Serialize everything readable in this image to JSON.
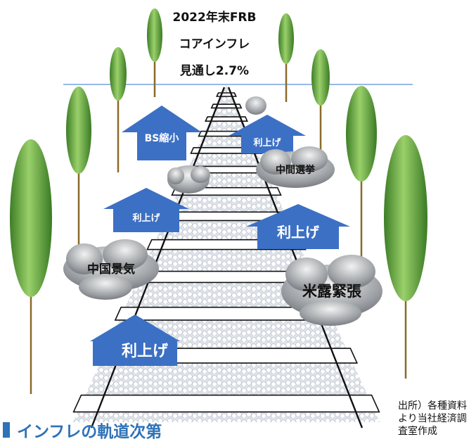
{
  "goal": {
    "line1": "2022年末FRB",
    "line2": "コアインフレ",
    "line3": "見通し2.7%"
  },
  "arrows": [
    {
      "label": "BS縮小"
    },
    {
      "label": "利上げ"
    },
    {
      "label": "利上げ"
    },
    {
      "label": "利上げ"
    },
    {
      "label": "利上げ"
    }
  ],
  "clouds": [
    {
      "label": "中間選挙"
    },
    {
      "label": "中国景気"
    },
    {
      "label": "米露緊張"
    }
  ],
  "source_note": "出所）各種資料より当社経済調査室作成",
  "caption": "インフレの軌道次第",
  "colors": {
    "arrow_fill": "#3c70c4",
    "cloud_fill": "#8f9397",
    "tree_green": "#5fa63a",
    "caption_blue": "#2e72b8",
    "horizon_line": "#5b8ed6"
  }
}
